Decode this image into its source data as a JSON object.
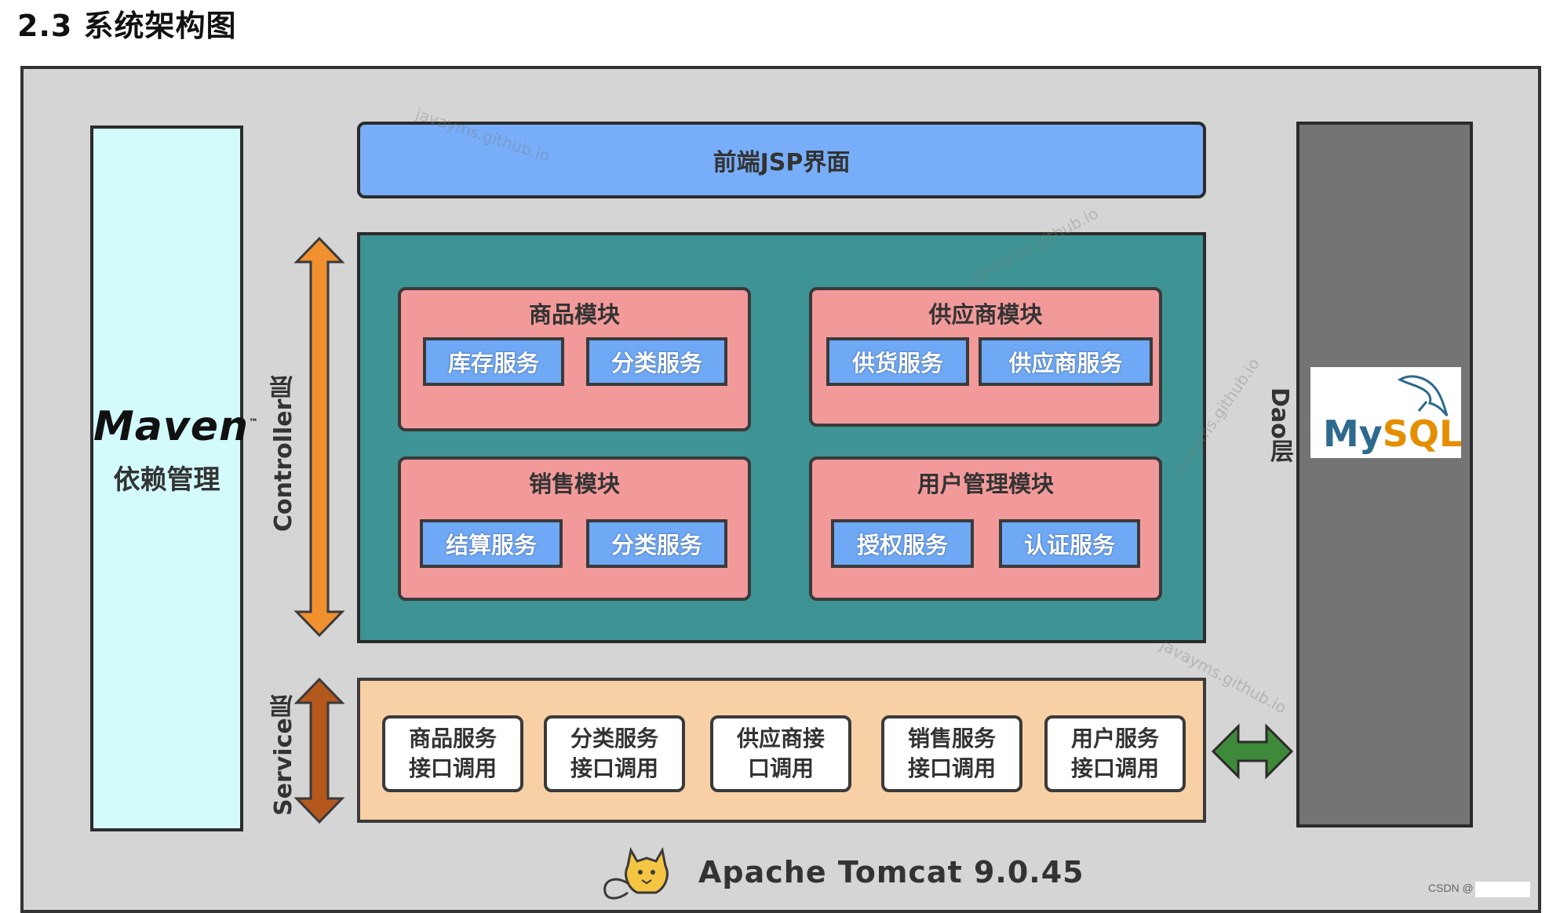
{
  "heading": "2.3 系统架构图",
  "maven": {
    "logo": "Maven",
    "subtitle": "依赖管理"
  },
  "frontend": {
    "label": "前端JSP界面"
  },
  "layers": {
    "controller": "Controller层",
    "service": "Service层",
    "dao": "Dao层"
  },
  "modules": [
    {
      "title": "商品模块",
      "services": [
        "库存服务",
        "分类服务"
      ]
    },
    {
      "title": "供应商模块",
      "services": [
        "供货服务",
        "供应商服务"
      ]
    },
    {
      "title": "销售模块",
      "services": [
        "结算服务",
        "分类服务"
      ]
    },
    {
      "title": "用户管理模块",
      "services": [
        "授权服务",
        "认证服务"
      ]
    }
  ],
  "service_interfaces": [
    "商品服务\n接口调用",
    "分类服务\n接口调用",
    "供应商接\n口调用",
    "销售服务\n接口调用",
    "用户服务\n接口调用"
  ],
  "database": {
    "logo": "MySQL"
  },
  "server": {
    "label": "Apache Tomcat 9.0.45"
  },
  "watermark": "javayms.github.io",
  "footer": {
    "credit": "CSDN @"
  },
  "colors": {
    "frame": "#d5d5d5",
    "maven": "#d4fbfc",
    "frontend": "#78aef9",
    "controller_panel": "#3e9494",
    "module": "#f29a9a",
    "service_box": "#6fa8f5",
    "service_panel": "#f7d0a6",
    "dao": "#747474",
    "controller_arrow": "#f0902f",
    "service_arrow": "#b4581d",
    "dao_arrow": "#3f8a3a",
    "mysql_blue": "#2e6a8e",
    "mysql_orange": "#e48e00"
  }
}
